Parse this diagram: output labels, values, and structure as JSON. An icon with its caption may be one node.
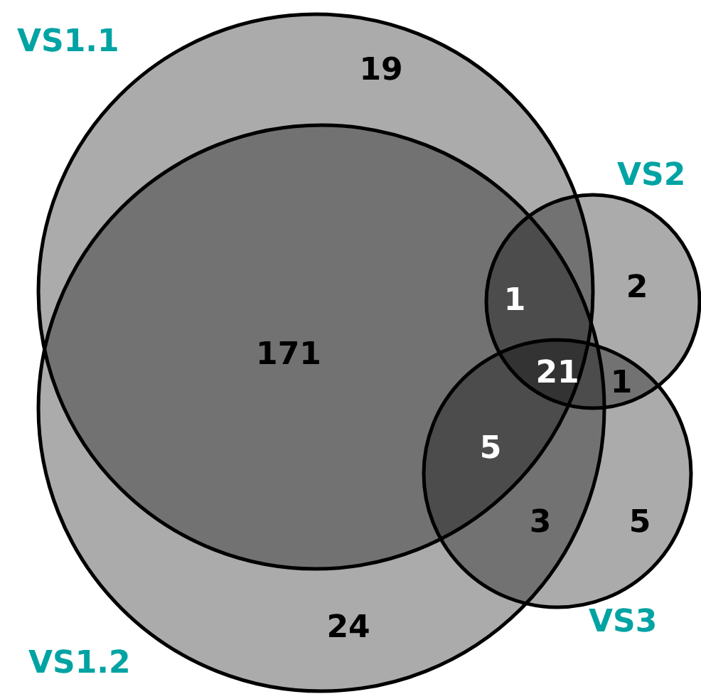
{
  "diagram": {
    "nodes": [
      {
        "text": [
          "VS1.1"
        ]
      },
      {
        "text": [
          "VS1.2"
        ]
      },
      {
        "text": [
          "VS2"
        ]
      },
      {
        "text": [
          "VS3"
        ]
      }
    ],
    "edges": [],
    "labels": [
      "19",
      "2",
      "1",
      "171",
      "21",
      "1",
      "5",
      "3",
      "5",
      "24"
    ]
  }
}
